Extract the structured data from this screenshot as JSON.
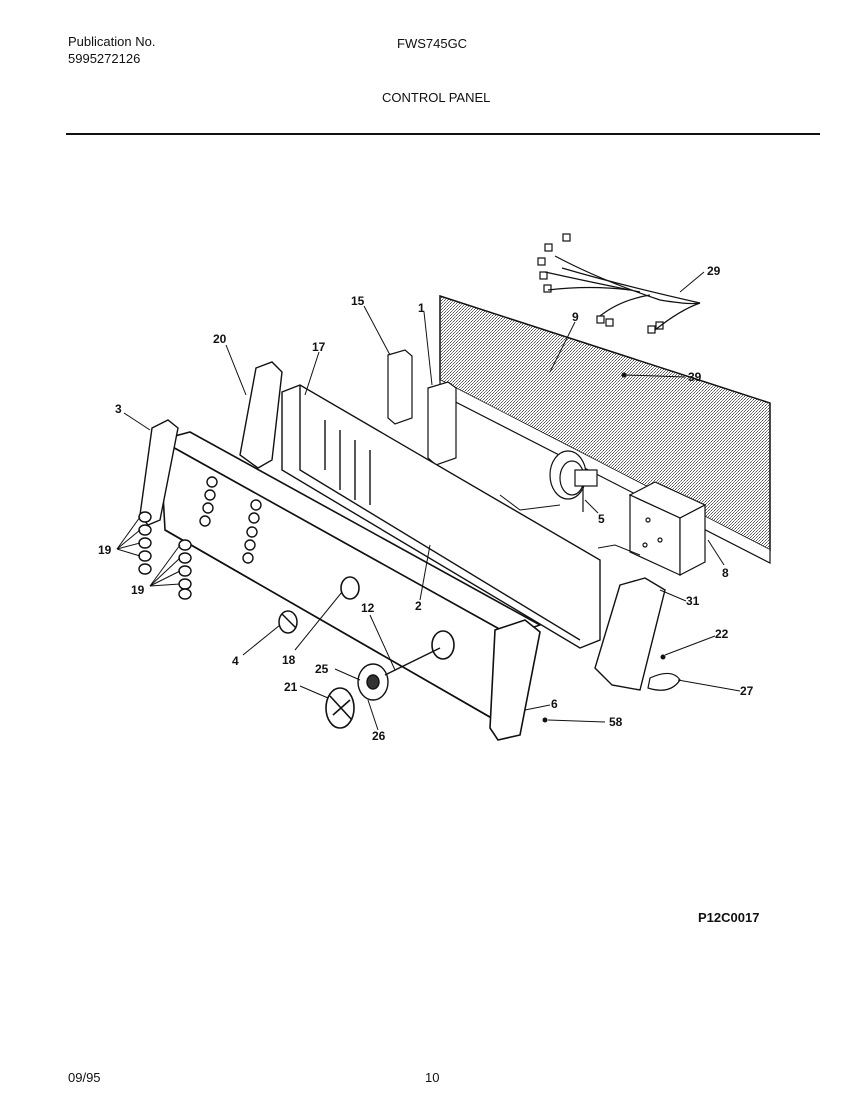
{
  "header": {
    "publication_label": "Publication No.",
    "publication_number": "5995272126",
    "model": "FWS745GC",
    "section_title": "CONTROL PANEL"
  },
  "diagram": {
    "part_labels": [
      "29",
      "15",
      "1",
      "9",
      "39",
      "20",
      "17",
      "3",
      "5",
      "8",
      "19",
      "19",
      "31",
      "22",
      "12",
      "4",
      "18",
      "2",
      "25",
      "21",
      "27",
      "6",
      "58",
      "26"
    ]
  },
  "footer": {
    "drawing_code": "P12C0017",
    "date": "09/95",
    "page_number": "10"
  }
}
